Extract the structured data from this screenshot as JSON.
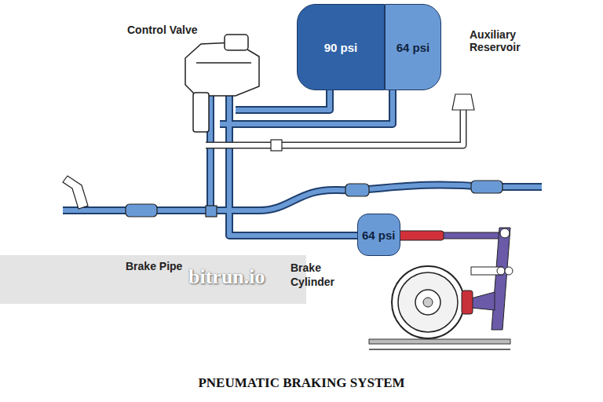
{
  "diagram": {
    "caption": "PNEUMATIC BRAKING SYSTEM",
    "nodes": [
      {
        "text": [
          "90 psi"
        ]
      },
      {
        "text": [
          "64 psi"
        ]
      },
      {
        "text": [
          "64 psi"
        ]
      }
    ],
    "labels": [
      "Control Valve",
      "Auxiliary Reservoir",
      "Brake Pipe",
      "Brake Cylinder",
      "bitrun.io"
    ]
  }
}
